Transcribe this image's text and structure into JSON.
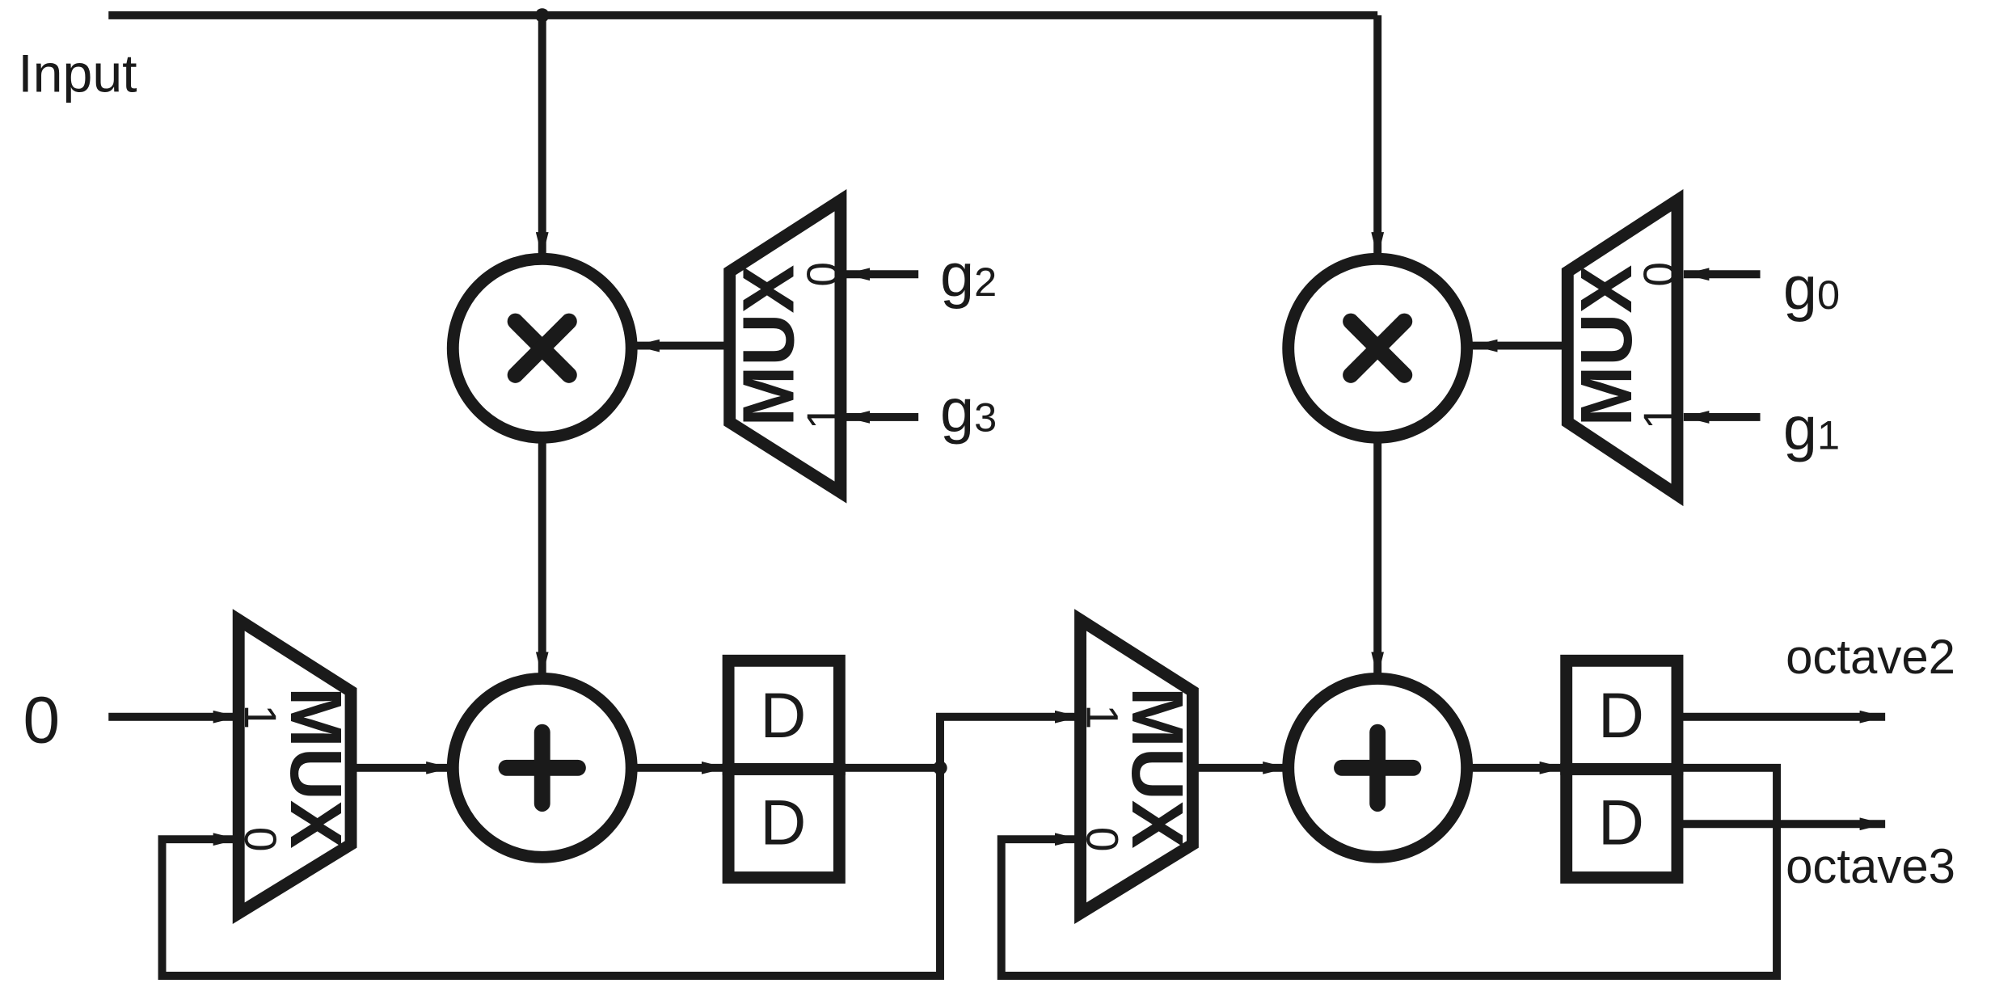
{
  "labels": {
    "input": "Input",
    "zero_const": "0",
    "octave2": "octave2",
    "octave3": "octave3"
  },
  "gains": {
    "g2": {
      "base": "g",
      "sub": "2"
    },
    "g3": {
      "base": "g",
      "sub": "3"
    },
    "g0": {
      "base": "g",
      "sub": "0"
    },
    "g1": {
      "base": "g",
      "sub": "1"
    }
  },
  "blocks": {
    "mux_label": "MUX",
    "port_0": "0",
    "port_1": "1",
    "delay_label": "D",
    "multiply_symbol": "multiply",
    "add_symbol": "plus"
  },
  "colors": {
    "stroke": "#1a1a1a",
    "background": "#ffffff"
  }
}
